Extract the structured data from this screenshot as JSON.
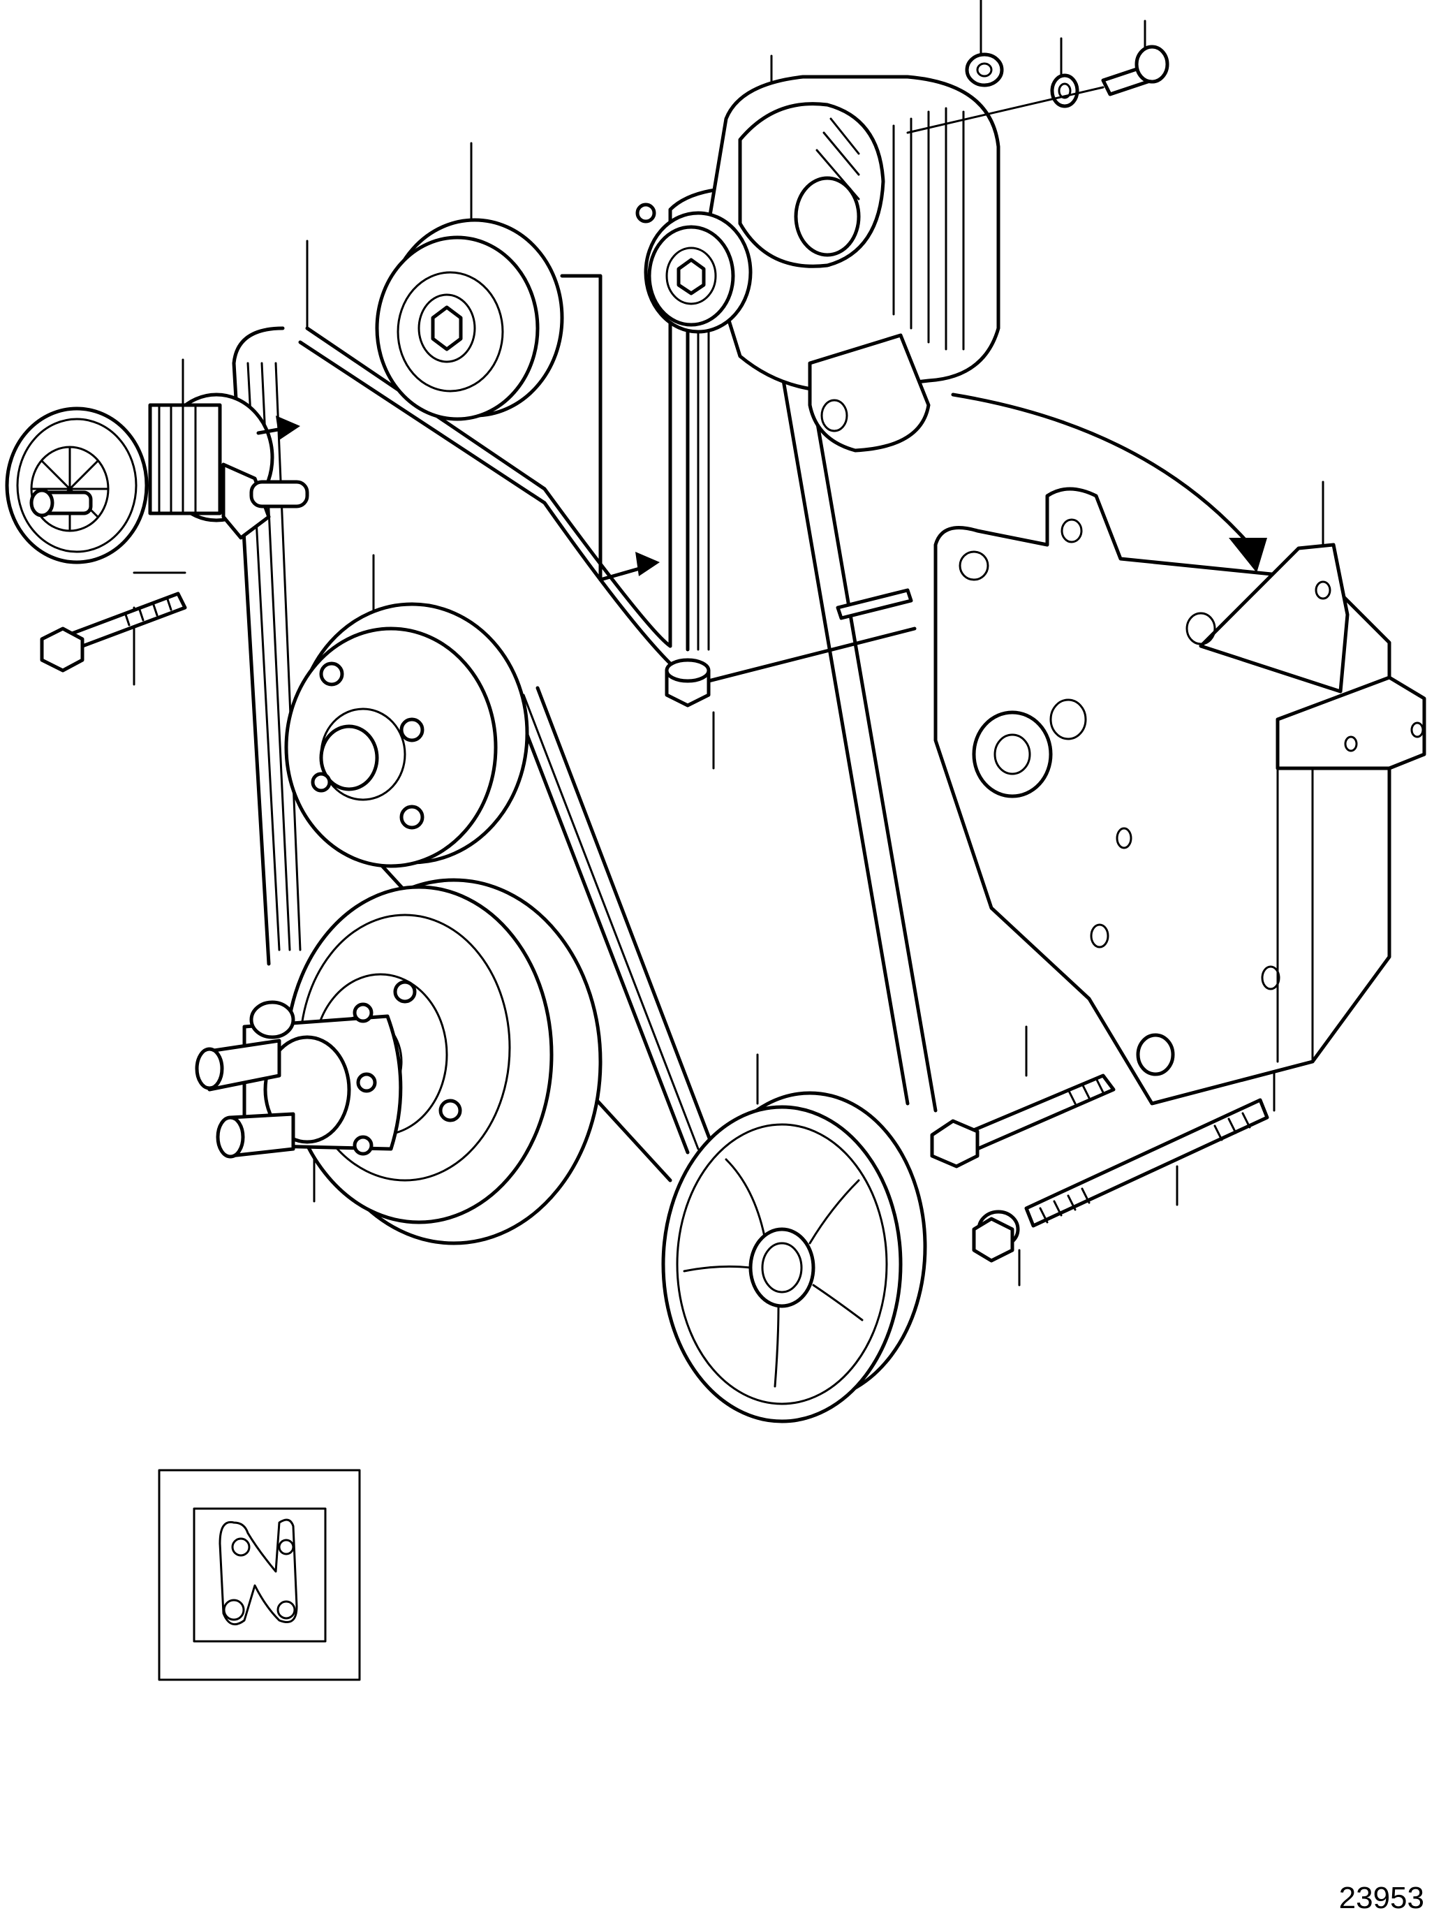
{
  "figure": {
    "number": "23953"
  },
  "components": [
    "belt-tensioner",
    "tensioner-bolt",
    "poly-v-belt",
    "idler-pulley",
    "idler-bolt",
    "alternator",
    "alternator-nut",
    "alternator-washer",
    "alternator-screw",
    "mounting-bracket",
    "bracket-bolt",
    "stud",
    "flange-nut",
    "water-pump-pulley",
    "crankshaft-pulley",
    "sea-water-pump",
    "power-steering-pulley",
    "belt-routing-icon"
  ],
  "colors": {
    "line": "#000000",
    "background": "#ffffff"
  }
}
